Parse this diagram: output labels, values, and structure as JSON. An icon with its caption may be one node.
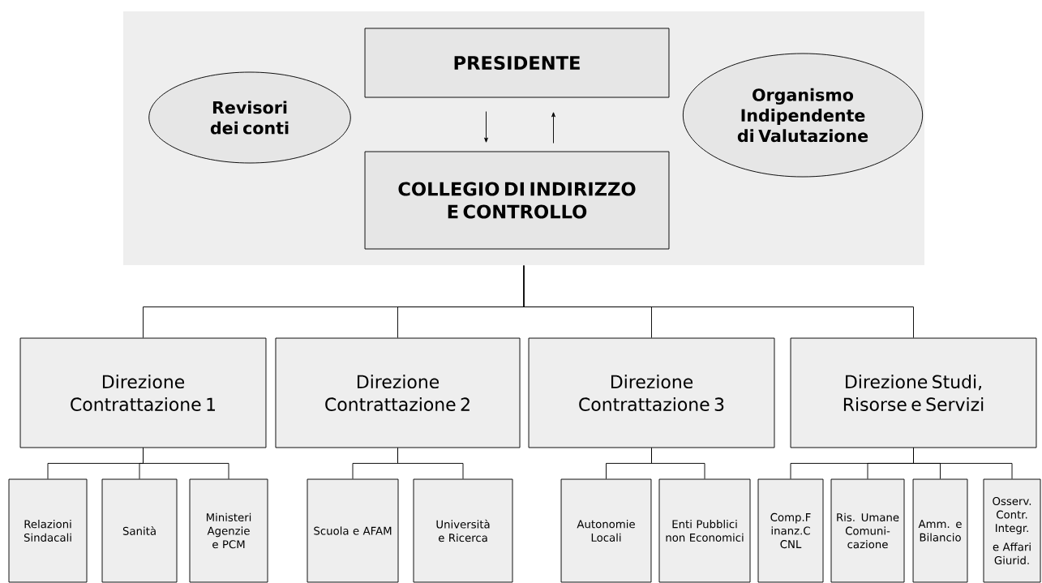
{
  "diagram": {
    "nodes": [
      {
        "text": [],
        "shape": "box"
      },
      {
        "text": [
          "PRESIDENTE"
        ],
        "in": 0
      },
      {
        "text": [
          "Revisori dei conti"
        ],
        "in": 0
      },
      {
        "text": [
          "Organismo Indipendente di Valutazione"
        ],
        "in": 0
      },
      {
        "text": [
          "COLLEGIO DI INDIRIZZO E CONTROLLO"
        ],
        "in": 0
      },
      {
        "text": [
          "Direzione Contrattazione 1"
        ]
      },
      {
        "text": [
          "Direzione Contrattazione 2"
        ]
      },
      {
        "text": [
          "Direzione Contrattazione 3"
        ]
      },
      {
        "text": [
          "Direzione Studi, Risorse e Servizi"
        ]
      },
      {
        "text": [
          "Relazioni Sindacali"
        ]
      },
      {
        "text": [
          "Sanità"
        ]
      },
      {
        "text": [
          "Ministeri Agenzie e PCM"
        ]
      },
      {
        "text": [
          "Scuola e AFAM"
        ]
      },
      {
        "text": [
          "Università e Ricerca"
        ]
      },
      {
        "text": [
          "Autonomie Locali"
        ]
      },
      {
        "text": [
          "Enti Pubblici non Economici"
        ]
      },
      {
        "text": [
          "Comp.F inanz.C CNL"
        ]
      },
      {
        "text": [
          "Ris. Umane Comuni-cazione"
        ]
      },
      {
        "text": [
          "Amm. e Bilancio"
        ]
      },
      {
        "text": [
          "Osserv. Contr. Integr.",
          "e Affari Giurid."
        ]
      }
    ],
    "edges": [
      {
        "from": 1,
        "to": 4,
        "arrow": "to"
      },
      {
        "from": 4,
        "to": 1,
        "arrow": "to"
      },
      {
        "from": 0,
        "to": 5,
        "arrow": "none"
      },
      {
        "from": 0,
        "to": 6,
        "arrow": "none"
      },
      {
        "from": 0,
        "to": 7,
        "arrow": "none"
      },
      {
        "from": 0,
        "to": 8,
        "arrow": "none"
      },
      {
        "from": 5,
        "to": 9,
        "arrow": "none"
      },
      {
        "from": 5,
        "to": 10,
        "arrow": "none"
      },
      {
        "from": 5,
        "to": 11,
        "arrow": "none"
      },
      {
        "from": 6,
        "to": 12,
        "arrow": "none"
      },
      {
        "from": 6,
        "to": 13,
        "arrow": "none"
      },
      {
        "from": 7,
        "to": 14,
        "arrow": "none"
      },
      {
        "from": 7,
        "to": 15,
        "arrow": "none"
      },
      {
        "from": 8,
        "to": 16,
        "arrow": "none"
      },
      {
        "from": 8,
        "to": 17,
        "arrow": "none"
      },
      {
        "from": 8,
        "to": 18,
        "arrow": "none"
      },
      {
        "from": 8,
        "to": 19,
        "arrow": "none"
      }
    ]
  }
}
